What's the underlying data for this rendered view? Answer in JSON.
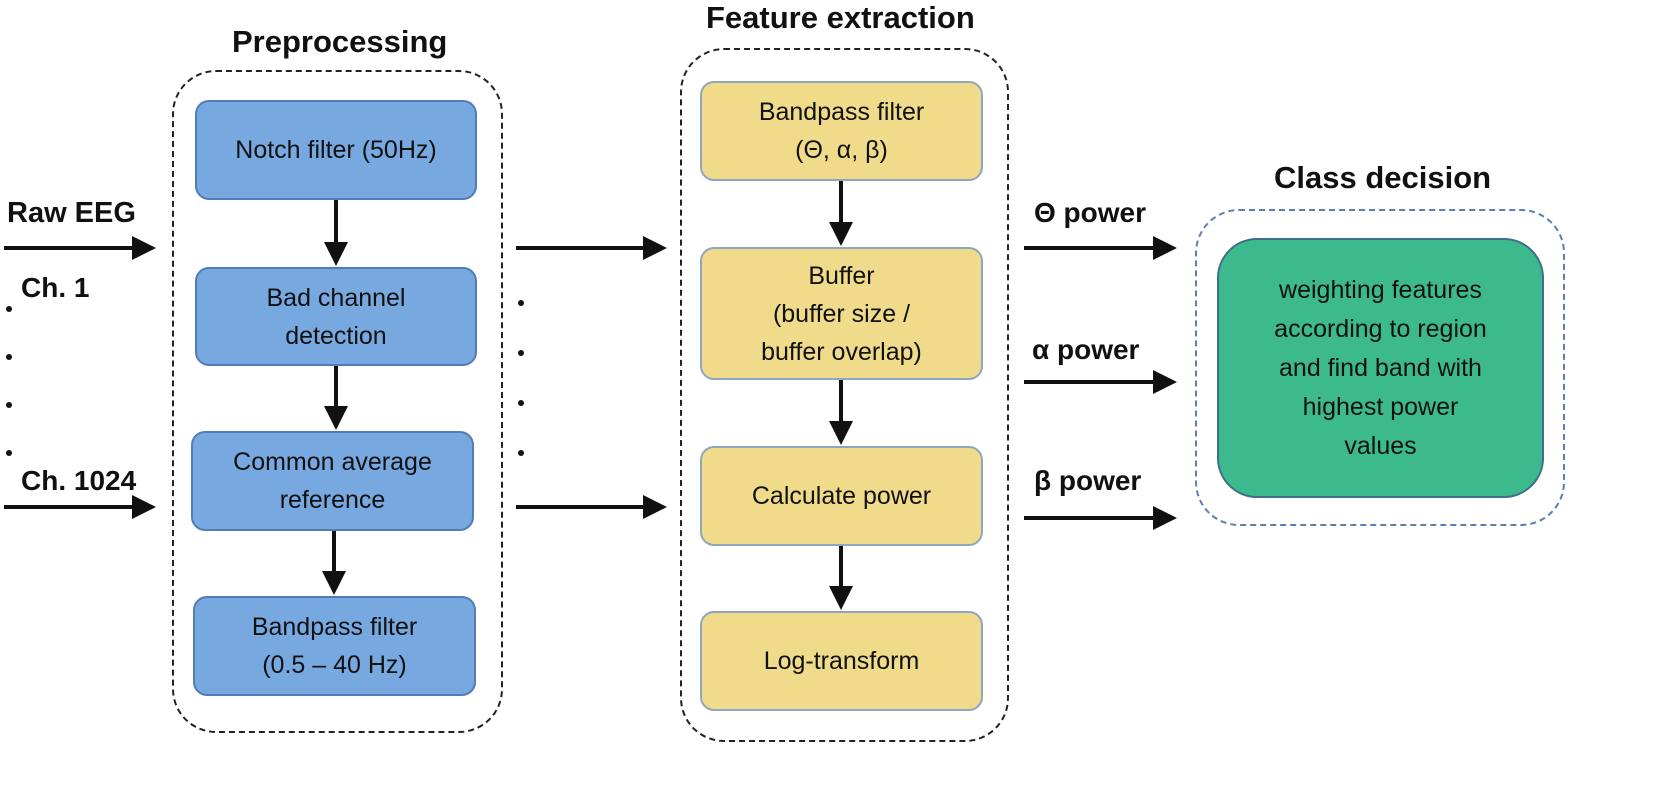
{
  "headings": {
    "preprocessing": "Preprocessing",
    "feature_extraction": "Feature extraction",
    "class_decision": "Class decision"
  },
  "inputs": {
    "raw_eeg": "Raw EEG",
    "ch_first": "Ch. 1",
    "ch_last": "Ch. 1024"
  },
  "preprocessing_steps": [
    "Notch filter (50Hz)",
    "Bad channel detection",
    "Common average reference",
    "Bandpass filter (0.5 – 40 Hz)"
  ],
  "preprocessing_lines": [
    [
      "Notch filter (50Hz)"
    ],
    [
      "Bad channel",
      "detection"
    ],
    [
      "Common average",
      "reference"
    ],
    [
      "Bandpass filter",
      "(0.5 – 40 Hz)"
    ]
  ],
  "feature_lines": [
    [
      "Bandpass filter",
      "(Θ, α, β)"
    ],
    [
      "Buffer",
      "(buffer size /",
      "buffer overlap)"
    ],
    [
      "Calculate power"
    ],
    [
      "Log-transform"
    ]
  ],
  "outputs": {
    "theta": "Θ power",
    "alpha": "α power",
    "beta": "β power"
  },
  "decision_lines": [
    "weighting features",
    "according to region",
    "and find band with",
    "highest power",
    "values"
  ],
  "colors": {
    "preprocessing_box": "#77a9e0",
    "feature_box": "#efdb8a",
    "decision_box": "#3dba8d"
  }
}
